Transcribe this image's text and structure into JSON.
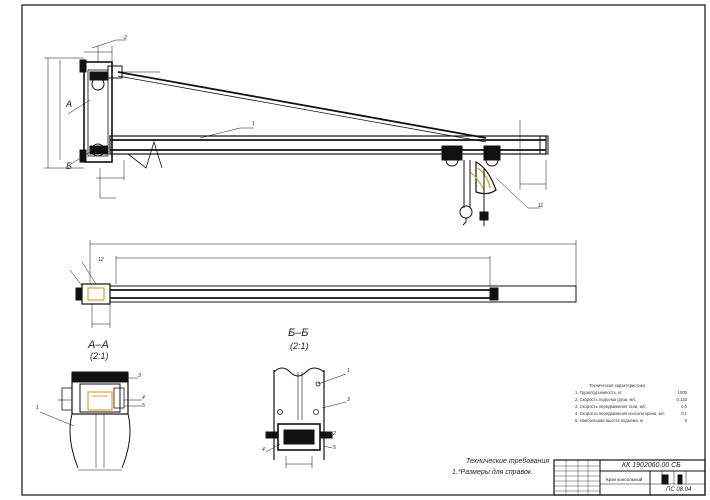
{
  "callouts": {
    "one": "1",
    "two": "2",
    "three": "3",
    "four": "4",
    "five": "5",
    "eleven": "11",
    "twelve": "12"
  },
  "sections": {
    "a_mark": "А",
    "b_mark": "Б",
    "a_title": "А–А",
    "a_scale": "(2:1)",
    "b_title": "Б–Б",
    "b_scale": "(2:1)"
  },
  "technical_characteristics": {
    "title": "Техническая характеристика",
    "rows": [
      {
        "label": "1. Грузоподъемность, кг",
        "value": "1000"
      },
      {
        "label": "2. Скорость подъема груза, м/с",
        "value": "0,133"
      },
      {
        "label": "3. Скорость передвижения тали, м/с",
        "value": "0,5"
      },
      {
        "label": "4. Скорость передвижения консоли крана, м/с",
        "value": "0,1"
      },
      {
        "label": "5. Наибольшая высота подъема, м",
        "value": "6"
      }
    ]
  },
  "technical_requirements": {
    "title": "Технические требования",
    "line1": "1.*Размеры для справок."
  },
  "title_block": {
    "doc_code": "КК 1902060.00 СБ",
    "name": "Кран консольный",
    "sheet_code": "ПС 08.04"
  }
}
